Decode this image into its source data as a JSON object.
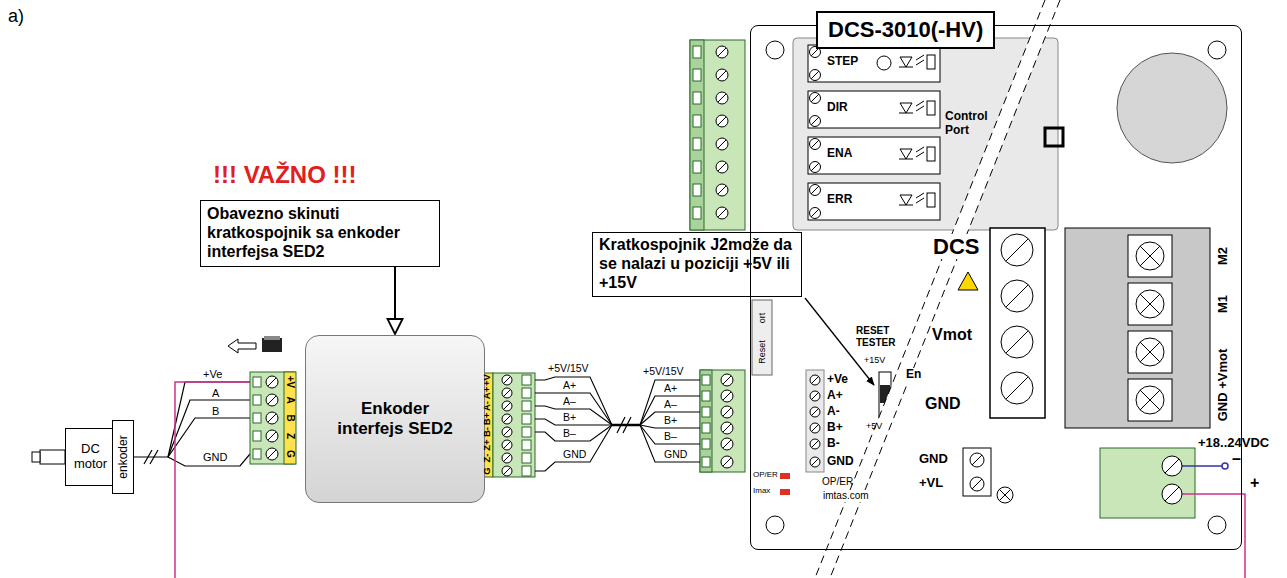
{
  "diagram": {
    "nodes": [
      {
        "text": [
          "DC motor"
        ]
      },
      {
        "text": [
          "enkoder"
        ]
      },
      {
        "text": [
          "Enkoder interfejs SED2"
        ]
      },
      {
        "text": [
          "!!! VAŽNO !!!",
          "Obavezno skinuti kratkospojnik sa enkoder interfejsa SED2"
        ]
      },
      {
        "text": [
          "Kratkospojnik J2može da se nalazi u poziciji +5V ili +15V"
        ]
      },
      {
        "text": [
          "DCS-3010(-HV)"
        ]
      }
    ],
    "edges": [
      {
        "from": 3,
        "to": 2,
        "arrow": "to"
      }
    ],
    "labels": [
      "a)",
      "+Ve",
      "A",
      "B",
      "GND",
      "+V",
      "A",
      "B",
      "Z",
      "G",
      "+V",
      "A+",
      "A-",
      "B+",
      "B-",
      "Z+",
      "Z-",
      "G",
      "+5V/15V",
      "A+",
      "A–",
      "B+",
      "B–",
      "GND",
      "+5V/15V",
      "A+",
      "A–",
      "B+",
      "B–",
      "GND",
      "STEP",
      "DIR",
      "ENA",
      "ERR",
      "Control Port",
      "+Ve",
      "A+",
      "A-",
      "B+",
      "B-",
      "GND",
      "DCS",
      "Vmot",
      "GND",
      "RESET",
      "TESTER",
      "+15V",
      "+5V",
      "En",
      "GND",
      "+VL",
      "OP/ER",
      "Imax",
      "OP/ER",
      "imtas.com",
      "M2",
      "M1",
      "GND +Vmot",
      "+18..24VDC",
      "–",
      "+",
      "Reset",
      "ort"
    ]
  }
}
